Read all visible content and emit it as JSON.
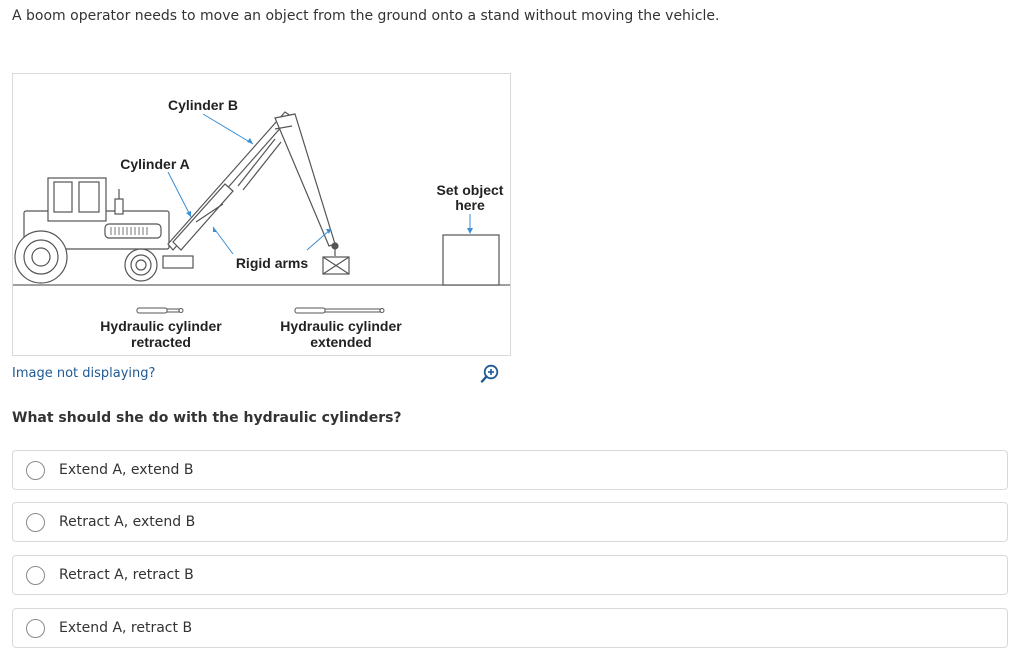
{
  "intro": "A boom operator needs to move an object from the ground onto a stand without moving the vehicle.",
  "figure": {
    "cylinder_b": "Cylinder B",
    "cylinder_a": "Cylinder A",
    "set_object_line1": "Set object",
    "set_object_line2": "here",
    "rigid_arms": "Rigid arms",
    "retracted_line1": "Hydraulic cylinder",
    "retracted_line2": "retracted",
    "extended_line1": "Hydraulic cylinder",
    "extended_line2": "extended"
  },
  "image_link": "Image not displaying?",
  "zoom_icon": "zoom-in-icon",
  "question": "What should she do with the hydraulic cylinders?",
  "options": [
    {
      "label": "Extend A, extend B"
    },
    {
      "label": "Retract A, extend B"
    },
    {
      "label": "Retract A, retract B"
    },
    {
      "label": "Extend A, retract B"
    }
  ],
  "colors": {
    "link": "#1f5a94",
    "arrow": "#3b8fd4",
    "border": "#d9d9d9"
  }
}
